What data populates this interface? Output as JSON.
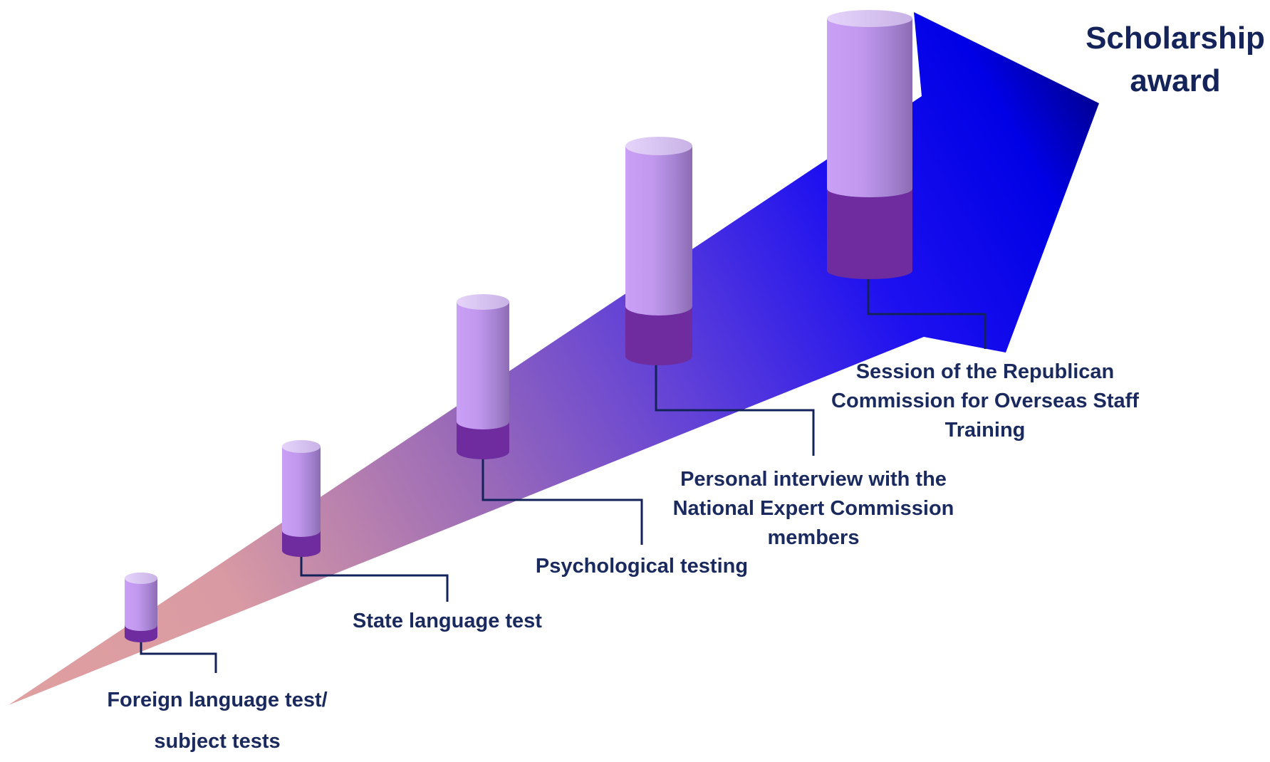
{
  "title": [
    "Scholarship",
    "award"
  ],
  "stages": [
    {
      "lines": [
        "Foreign language test/",
        "subject tests"
      ]
    },
    {
      "lines": [
        "State language test"
      ]
    },
    {
      "lines": [
        "Psychological testing"
      ]
    },
    {
      "lines": [
        "Personal interview with the",
        "National Expert Commission",
        "members"
      ]
    },
    {
      "lines": [
        "Session of the Republican",
        "Commission for Overseas Staff",
        "Training"
      ]
    }
  ],
  "colors": {
    "arrow_start": "#e0a0a0",
    "arrow_mid": "#7a55c8",
    "arrow_end": "#0000ee",
    "arrow_tip": "#000099",
    "cylinder_body": "#c79bf2",
    "cylinder_base": "#6e2c9e",
    "connector": "#13235a",
    "text": "#1a2a5e"
  }
}
